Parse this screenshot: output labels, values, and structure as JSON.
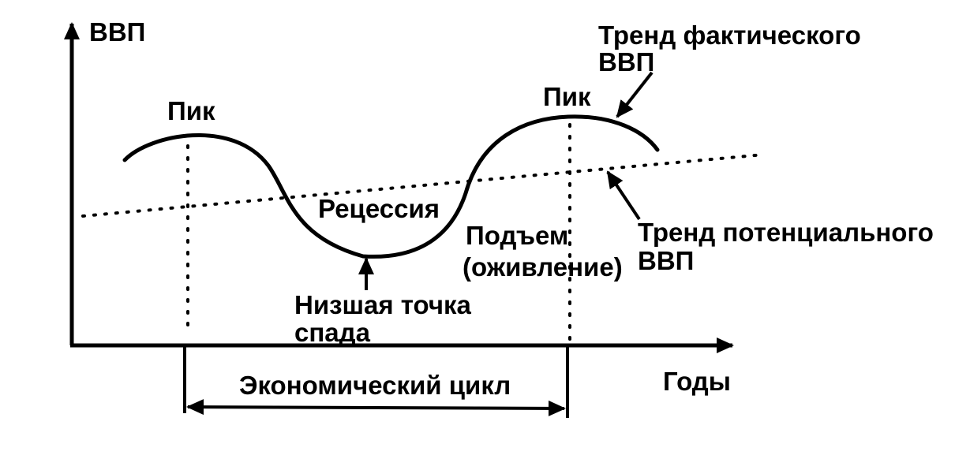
{
  "axes": {
    "y_label": "ВВП",
    "x_label": "Годы"
  },
  "labels": {
    "peak_left": "Пик",
    "peak_right": "Пик",
    "recession": "Рецессия",
    "trough_line1": "Низшая точка",
    "trough_line2": "спада",
    "recovery_line1": "Подъем",
    "recovery_line2": "(оживление)",
    "actual_trend_line1": "Тренд фактического",
    "actual_trend_line2": "ВВП",
    "potential_trend_line1": "Тренд потенциального",
    "potential_trend_line2": "ВВП",
    "cycle": "Экономический цикл"
  },
  "colors": {
    "ink": "#000000",
    "background": "#ffffff"
  }
}
